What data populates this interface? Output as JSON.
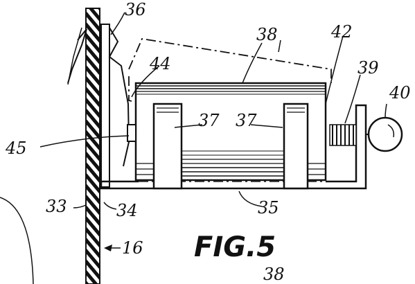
{
  "figure": {
    "caption": "FIG.5",
    "page_ref": "38"
  },
  "labels": {
    "l36": "36",
    "l38": "38",
    "l42": "42",
    "l44": "44",
    "l39": "39",
    "l40": "40",
    "l37a": "37",
    "l37b": "37",
    "l45": "45",
    "l33": "33",
    "l34": "34",
    "l35": "35",
    "l16": "16"
  },
  "colors": {
    "ink": "#111111",
    "paper": "#ffffff"
  }
}
